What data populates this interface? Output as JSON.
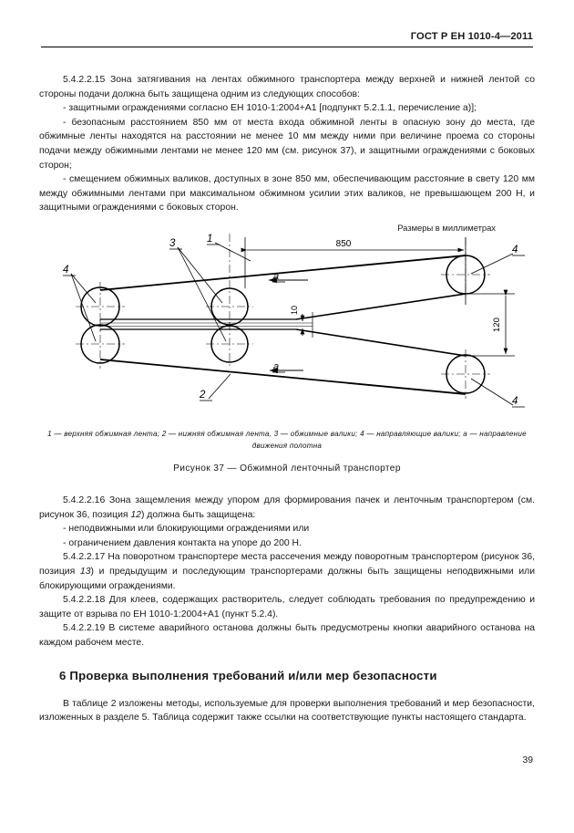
{
  "header": {
    "standard_id": "ГОСТ Р ЕН 1010-4—2011"
  },
  "body_top": {
    "p1": "5.4.2.2.15 Зона затягивания на лентах обжимного транспортера между верхней и нижней лентой со стороны подачи должна быть защищена одним из следующих способов:",
    "p2": "- защитными ограждениями согласно ЕН 1010-1:2004+А1 [подпункт 5.2.1.1, перечисление а)];",
    "p3": "- безопасным расстоянием 850 мм от места входа обжимной ленты в опасную зону до места, где обжимные ленты находятся на расстоянии не менее 10 мм между ними при величине проема со стороны подачи между обжимными лентами не менее 120 мм (см. рисунок 37), и защитными ограждениями с боковых сторон;",
    "p4": "- смещением обжимных валиков, доступных в зоне  850 мм, обеспечивающим расстояние в свету 120 мм между обжимными лентами при максимальном обжимном усилии этих валиков, не превышающем 200 Н, и защитными ограждениями с боковых сторон."
  },
  "figure": {
    "units_note": "Размеры в миллиметрах",
    "dimensions": {
      "horizontal_850": "850",
      "vertical_120": "120",
      "gap_10": "10"
    },
    "callouts": {
      "c1": "1",
      "c2": "2",
      "c3": "3",
      "c4": "4",
      "direction": "a"
    },
    "legend": "1 — верхняя обжимная лента;  2 — нижняя обжимная лента,  3 — обжимные валики;  4 — направляющие валики; а — направление движения полотна",
    "caption": "Рисунок 37 — Обжимной ленточный транспортер"
  },
  "body_bottom": {
    "p5_a": "5.4.2.2.16 Зона защемления между упором для формирования пачек и ленточным транспортером (см. рисунок 36, позиция ",
    "p5_it": "12",
    "p5_b": ") должна быть защищена:",
    "p6": "- неподвижными или блокирующими ограждениями или",
    "p7": "- ограничением давления контакта на упоре до 200 Н.",
    "p8_a": "5.4.2.2.17 На поворотном транспортере места рассечения между поворотным транспортером (рисунок 36, позиция ",
    "p8_it": "13",
    "p8_b": ") и предыдущим и последующим транспортерами должны быть защищены неподвижными или блокирующими ограждениями.",
    "p9": "5.4.2.2.18 Для клеев, содержащих растворитель, следует соблюдать требования по предупреждению и защите от взрыва по ЕН 1010-1:2004+А1 (пункт 5.2.4).",
    "p10": "5.4.2.2.19 В системе аварийного останова должны быть предусмотрены кнопки аварийного останова на каждом рабочем месте."
  },
  "section_heading": "6 Проверка выполнения требований и/или мер безопасности",
  "body_final": {
    "p11": "В таблице 2 изложены методы, используемые для проверки выполнения требований и мер безопасности, изложенных в разделе 5. Таблица содержит также ссылки на соответствующие пункты настоящего стандарта."
  },
  "footer": {
    "page_number": "39"
  }
}
